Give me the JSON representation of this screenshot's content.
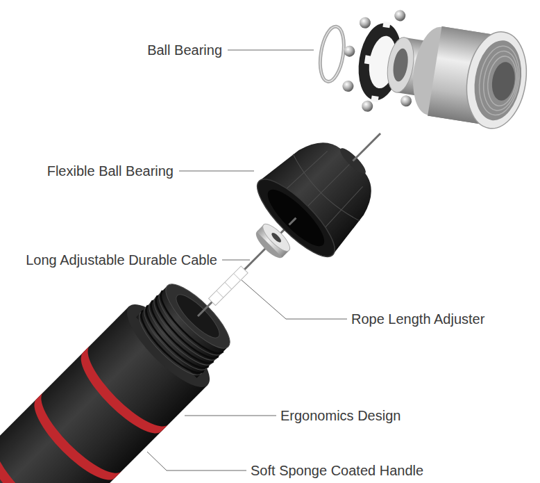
{
  "diagram": {
    "labels": [
      "Ball Bearing",
      "Flexible Ball Bearing",
      "Long Adjustable Durable Cable",
      "Rope Length Adjuster",
      "Ergonomics Design",
      "Soft Sponge Coated Handle"
    ]
  }
}
